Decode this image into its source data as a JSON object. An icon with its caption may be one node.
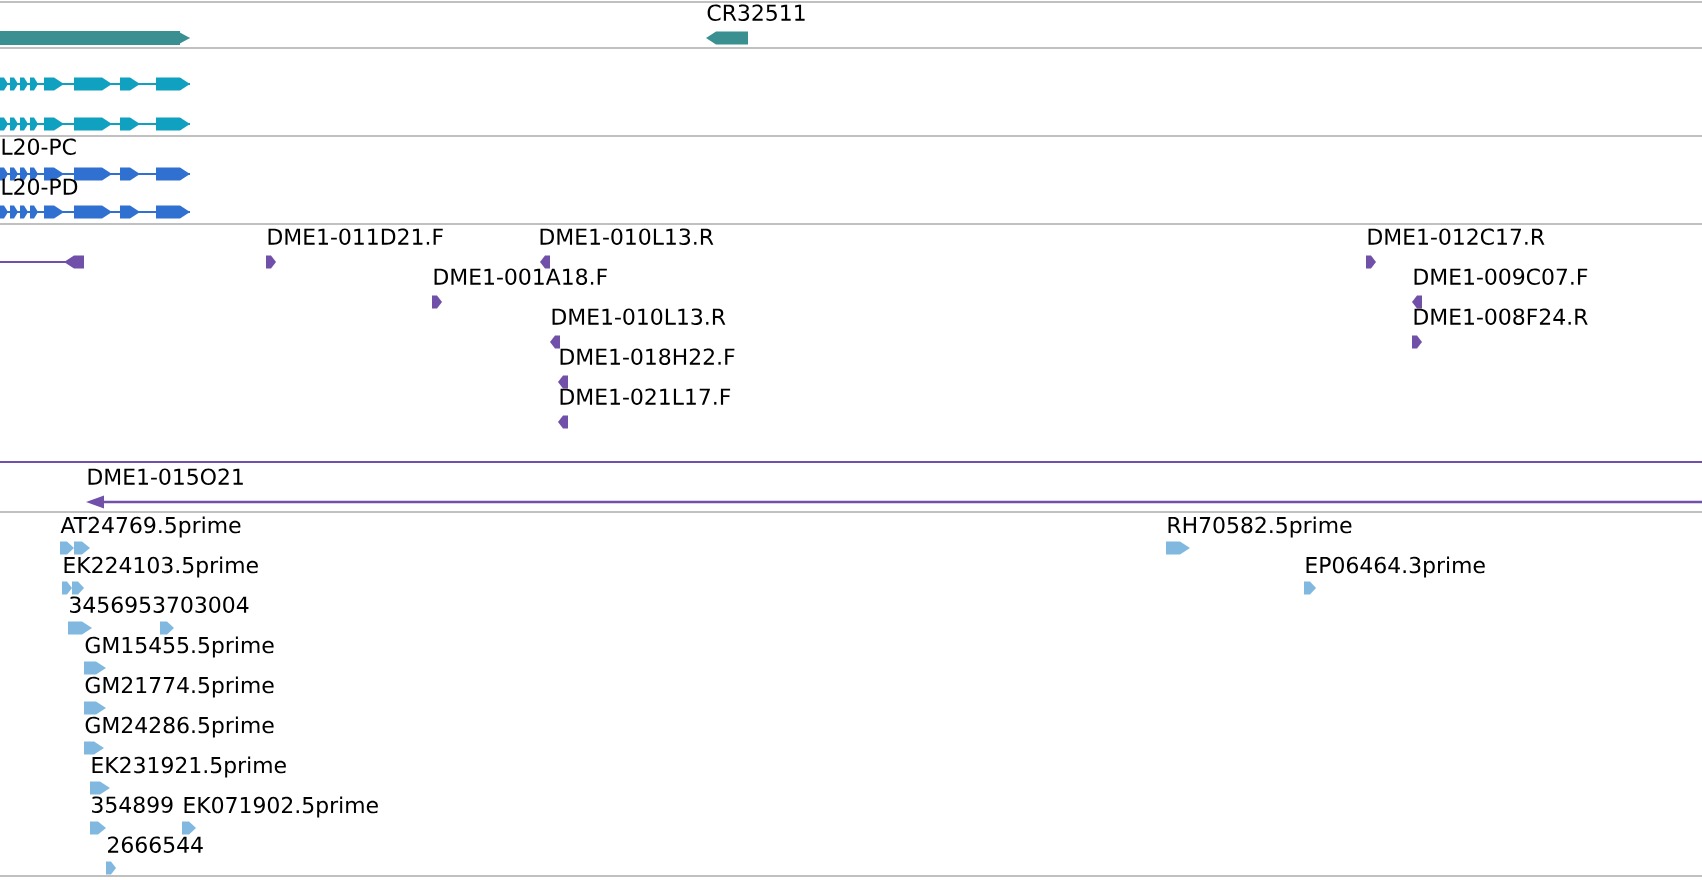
{
  "diagram": {
    "labels": [
      "CR32511",
      "L20-PC",
      "L20-PD",
      "DME1-011D21.F",
      "DME1-010L13.R",
      "DME1-012C17.R",
      "DME1-001A18.F",
      "DME1-009C07.F",
      "DME1-010L13.R",
      "DME1-008F24.R",
      "DME1-018H22.F",
      "DME1-021L17.F",
      "DME1-015O21",
      "AT24769.5prime",
      "RH70582.5prime",
      "EK224103.5prime",
      "EP06464.3prime",
      "3456953703004",
      "GM15455.5prime",
      "GM21774.5prime",
      "GM24286.5prime",
      "EK231921.5prime",
      "354899",
      "EK071902.5prime",
      "2666544"
    ]
  }
}
